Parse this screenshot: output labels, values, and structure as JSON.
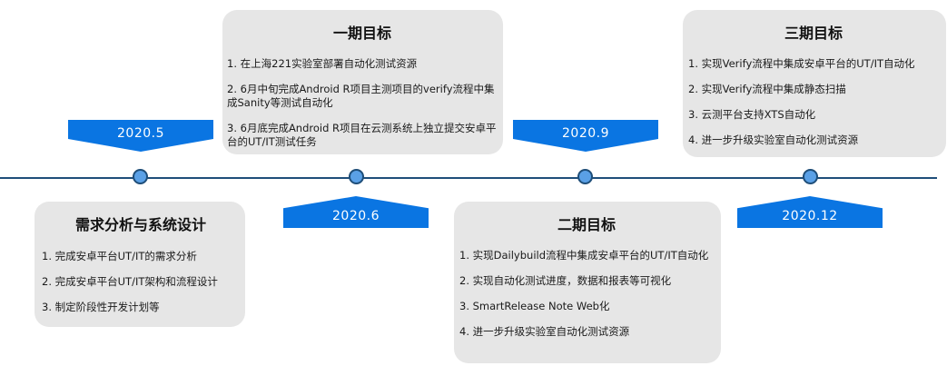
{
  "milestones": [
    {
      "date": "2020.5"
    },
    {
      "date": "2020.6"
    },
    {
      "date": "2020.9"
    },
    {
      "date": "2020.12"
    }
  ],
  "cards": {
    "requirements": {
      "title": "需求分析与系统设计",
      "items": [
        "1. 完成安卓平台UT/IT的需求分析",
        "2. 完成安卓平台UT/IT架构和流程设计",
        "3. 制定阶段性开发计划等"
      ]
    },
    "phase1": {
      "title": "一期目标",
      "items": [
        "1. 在上海221实验室部署自动化测试资源",
        "2. 6月中旬完成Android R项目主测项目的verify流程中集成Sanity等测试自动化",
        "3. 6月底完成Android R项目在云测系统上独立提交安卓平台的UT/IT测试任务"
      ]
    },
    "phase2": {
      "title": "二期目标",
      "items": [
        "1. 实现Dailybuild流程中集成安卓平台的UT/IT自动化",
        "2. 实现自动化测试进度，数据和报表等可视化",
        "3. SmartRelease Note Web化",
        "4. 进一步升级实验室自动化测试资源"
      ]
    },
    "phase3": {
      "title": "三期目标",
      "items": [
        "1. 实现Verify流程中集成安卓平台的UT/IT自动化",
        "2. 实现Verify流程中集成静态扫描",
        "3. 云测平台支持XTS自动化",
        "4. 进一步升级实验室自动化测试资源"
      ]
    }
  },
  "colors": {
    "tag": "#0a75e2",
    "axis": "#1f4e79",
    "dot": "#5aa0e6",
    "card": "#e6e6e6"
  }
}
